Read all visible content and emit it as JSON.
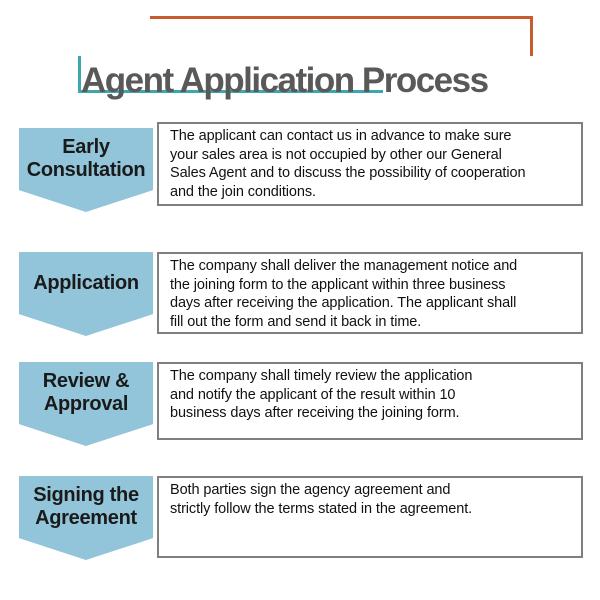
{
  "title": "Agent Application Process",
  "colors": {
    "accent_orange": "#c65b2e",
    "accent_teal": "#3aa8ad",
    "step_shape_blue": "#92c5da",
    "title_gray": "#595959",
    "box_border_gray": "#7f7f7f",
    "body_text": "#111111"
  },
  "steps": [
    {
      "label": "Early\nConsultation",
      "description": "The applicant can contact us in advance to make sure\nyour sales area is not occupied by other our General\nSales Agent and to discuss the possibility of cooperation\nand the join conditions."
    },
    {
      "label": "Application",
      "description": "The company shall deliver the management notice and\nthe joining form to the applicant within three business\ndays after receiving the application. The applicant shall\nfill out the form and send it back in time."
    },
    {
      "label": "Review &\nApproval",
      "description": "The company shall timely review the application\nand notify the applicant of the result within 10\nbusiness days after receiving the joining form."
    },
    {
      "label": "Signing the\nAgreement",
      "description": "Both parties sign the agency agreement and\nstrictly follow the terms stated in the agreement."
    }
  ]
}
